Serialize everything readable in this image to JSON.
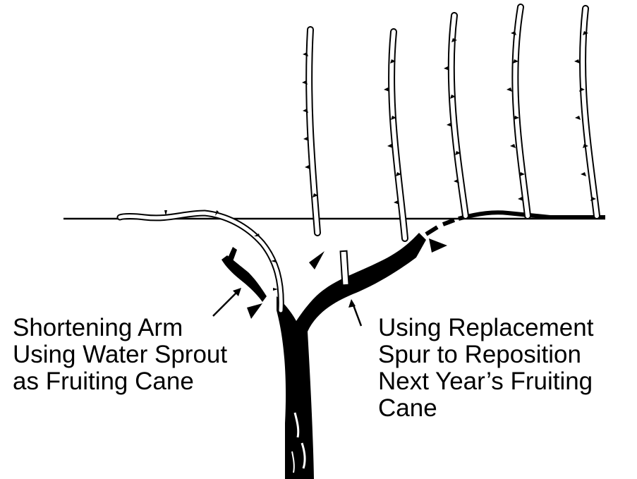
{
  "colors": {
    "ink": "#000000",
    "background": "#ffffff"
  },
  "annotations": {
    "left": {
      "lines": [
        "Shortening Arm",
        "Using Water Sprout",
        "as Fruiting Cane"
      ]
    },
    "right": {
      "lines": [
        "Using Replacement",
        "Spur to Reposition",
        "Next Year’s Fruiting",
        "Cane"
      ]
    }
  }
}
